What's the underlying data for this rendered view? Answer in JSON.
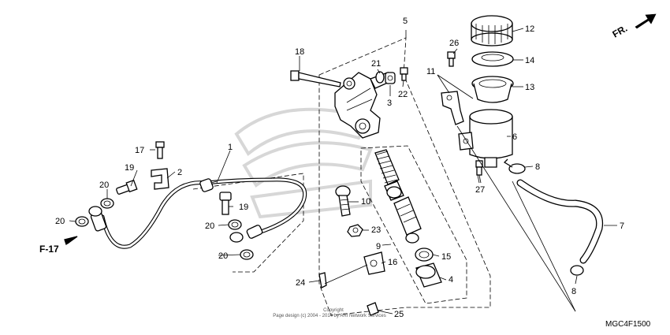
{
  "parts": {
    "p1": "1",
    "p2": "2",
    "p3": "3",
    "p4": "4",
    "p5": "5",
    "p6": "6",
    "p7": "7",
    "p8": "8",
    "p9": "9",
    "p10": "10",
    "p11": "11",
    "p12": "12",
    "p13": "13",
    "p14": "14",
    "p15": "15",
    "p16": "16",
    "p17": "17",
    "p18": "18",
    "p19": "19",
    "p20": "20",
    "p21": "21",
    "p22": "22",
    "p23": "23",
    "p24": "24",
    "p25": "25",
    "p26": "26",
    "p27": "27"
  },
  "reference": "F-17",
  "direction": "FR.",
  "diagram_code": "MGC4F1500",
  "copyright": {
    "line1": "Copyright",
    "line2": "Page design (c) 2004 - 2014 by ARI Network Services"
  },
  "colors": {
    "ink": "#000000",
    "watermark": "#d7d7d7"
  }
}
